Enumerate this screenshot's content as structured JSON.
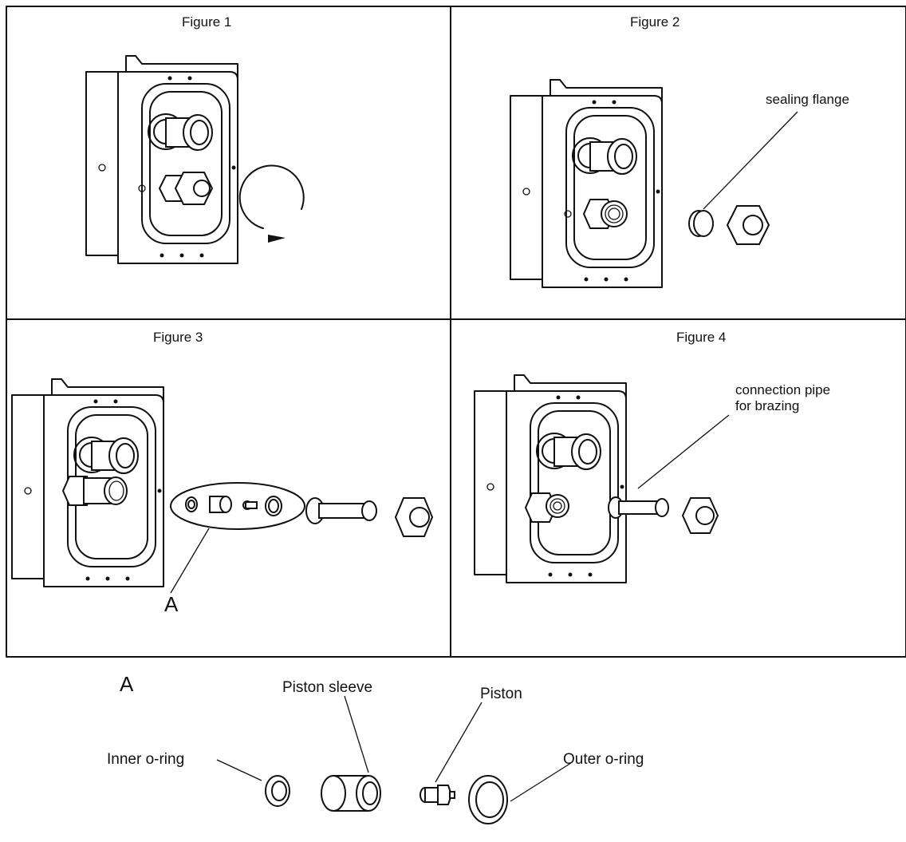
{
  "figures": {
    "fig1": {
      "title": "Figure 1"
    },
    "fig2": {
      "title": "Figure 2",
      "callout": "sealing flange"
    },
    "fig3": {
      "title": "Figure 3",
      "callout": "A"
    },
    "fig4": {
      "title": "Figure 4",
      "callout_line1": "connection pipe",
      "callout_line2": "for brazing"
    }
  },
  "detail": {
    "heading": "A",
    "parts": {
      "inner_oring": "Inner o-ring",
      "piston_sleeve": "Piston sleeve",
      "piston": "Piston",
      "outer_oring": "Outer o-ring"
    }
  },
  "colors": {
    "line": "#111111",
    "background": "#ffffff"
  }
}
